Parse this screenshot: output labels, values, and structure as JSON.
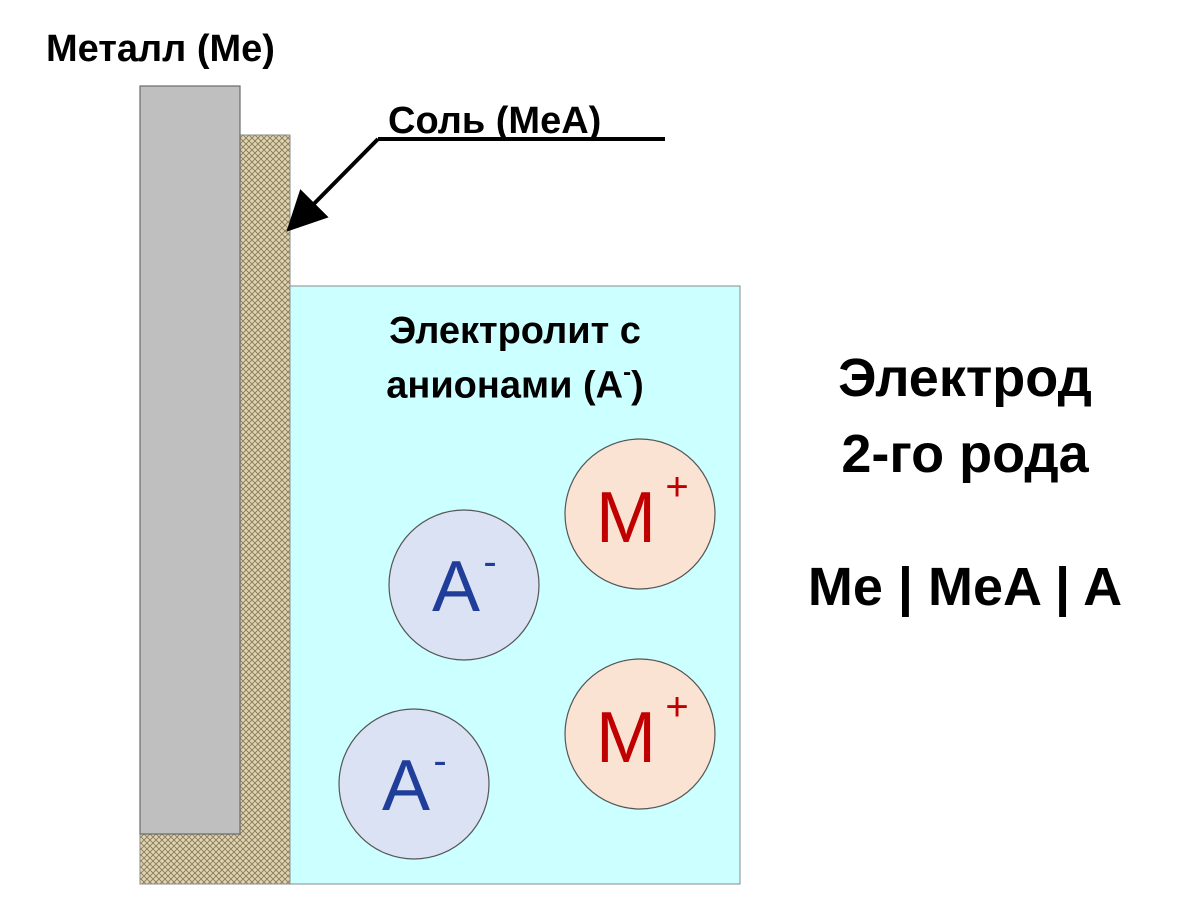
{
  "labels": {
    "metal": "Металл (Me)",
    "salt": "Соль (MeA)",
    "electrolyte_line1": "Электролит с",
    "electrolyte_line2": "анионами (A",
    "electrolyte_sup": "-",
    "electrolyte_close": ")",
    "electrode_line1": "Электрод",
    "electrode_line2": "2-го рода",
    "notation": "Me | MeA | A"
  },
  "ions": [
    {
      "symbol": "A",
      "charge": "-",
      "kind": "anion"
    },
    {
      "symbol": "M",
      "charge": "+",
      "kind": "cation"
    },
    {
      "symbol": "A",
      "charge": "-",
      "kind": "anion"
    },
    {
      "symbol": "M",
      "charge": "+",
      "kind": "cation"
    }
  ],
  "colors": {
    "metal": "#bfbfbf",
    "salt": "#ddd4b5",
    "salt_hatch": "#8a7a52",
    "electrolyte": "#ccffff",
    "anion_fill": "#dae2f3",
    "anion_text": "#1f3d99",
    "cation_fill": "#fbe3d4",
    "cation_text": "#c00000"
  }
}
